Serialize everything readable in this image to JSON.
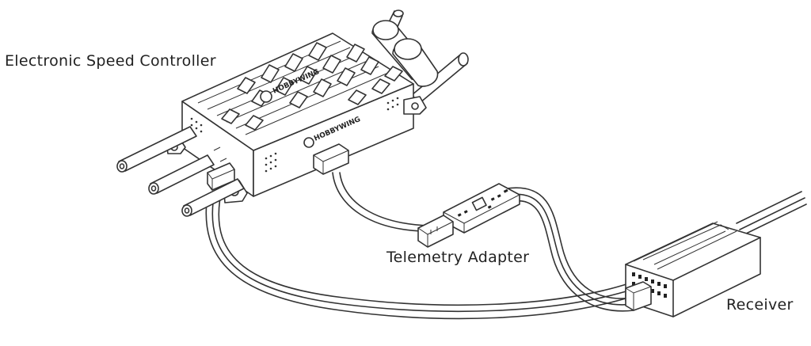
{
  "labels": {
    "esc": "Electronic Speed Controller",
    "telemetry": "Telemetry Adapter",
    "receiver": "Receiver"
  },
  "branding": {
    "esc_logo_text": "HOBBYWING"
  },
  "colors": {
    "line": "#333333",
    "fill": "#ffffff",
    "text": "#222222"
  }
}
